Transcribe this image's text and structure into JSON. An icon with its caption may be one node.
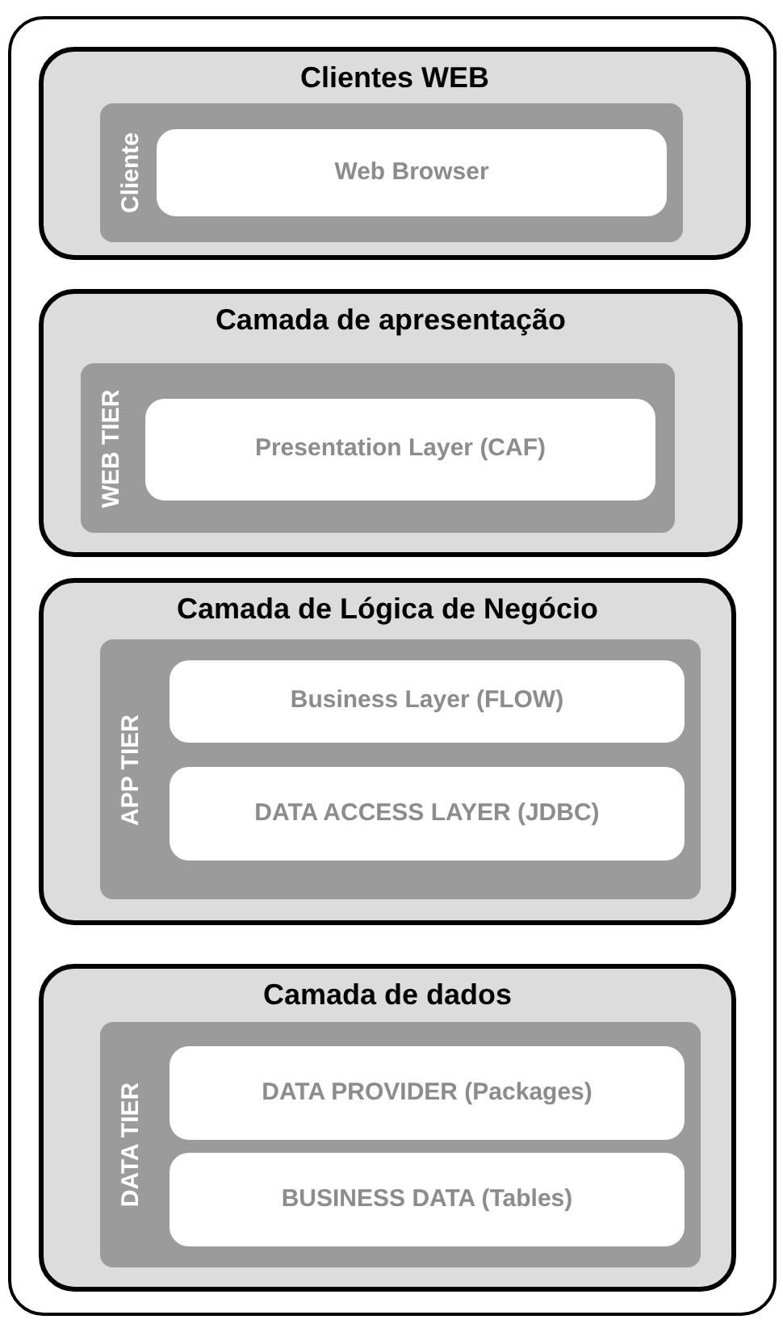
{
  "diagram": {
    "nodes": [
      {
        "text": [],
        "shape": "box"
      },
      {
        "text": [
          "Clientes WEB"
        ],
        "in": 0
      },
      {
        "text": [
          "Cliente"
        ],
        "in": 1
      },
      {
        "text": [
          "Web Browser"
        ],
        "in": 2
      },
      {
        "text": [
          "Camada de apresentação"
        ],
        "in": 0
      },
      {
        "text": [
          "WEB TIER"
        ],
        "in": 4
      },
      {
        "text": [
          "Presentation Layer (CAF)"
        ],
        "in": 5
      },
      {
        "text": [
          "Camada de Lógica de Negócio"
        ],
        "in": 0
      },
      {
        "text": [
          "APP TIER"
        ],
        "in": 7
      },
      {
        "text": [
          "Business Layer (FLOW)"
        ],
        "in": 8
      },
      {
        "text": [
          "DATA ACCESS LAYER (JDBC)"
        ],
        "in": 8
      },
      {
        "text": [
          "Camada de dados"
        ],
        "in": 0
      },
      {
        "text": [
          "DATA TIER"
        ],
        "in": 11
      },
      {
        "text": [
          "DATA PROVIDER (Packages)"
        ],
        "in": 12
      },
      {
        "text": [
          "BUSINESS DATA (Tables)"
        ],
        "in": 12
      }
    ]
  }
}
